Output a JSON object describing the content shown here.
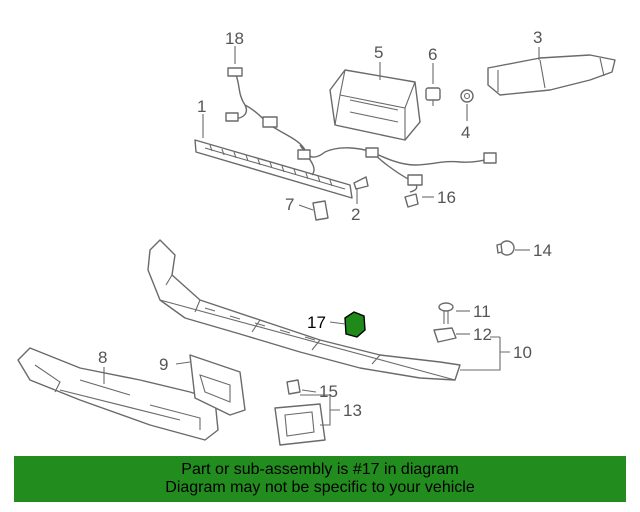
{
  "diagram": {
    "callouts": {
      "c1": "1",
      "c2": "2",
      "c3": "3",
      "c4": "4",
      "c5": "5",
      "c6": "6",
      "c7": "7",
      "c8": "8",
      "c9": "9",
      "c10": "10",
      "c11": "11",
      "c12": "12",
      "c13": "13",
      "c14": "14",
      "c15": "15",
      "c16": "16",
      "c17": "17",
      "c18": "18"
    },
    "highlighted_part": "17",
    "highlight_color": "#1f8a1a"
  },
  "banner": {
    "line1": "Part or sub-assembly is #17 in diagram",
    "line2": "Diagram may not be specific to your vehicle",
    "background": "#238c1f"
  }
}
